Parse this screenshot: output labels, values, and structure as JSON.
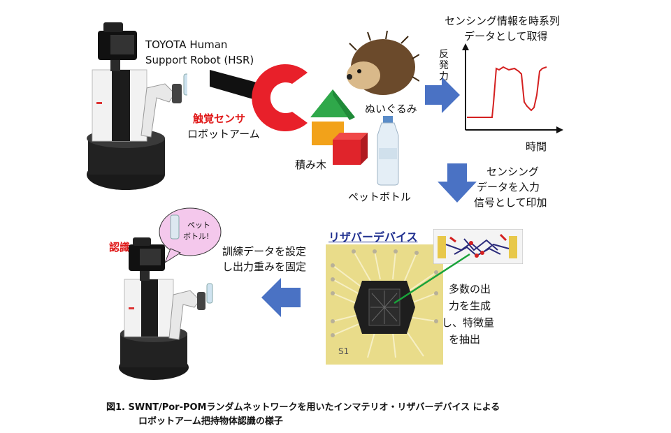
{
  "robot": {
    "name_line1": "TOYOTA Human",
    "name_line2": "Support Robot (HSR)"
  },
  "sensor": {
    "label_red": "触覚センサ",
    "label_black": "ロボットアーム"
  },
  "objects": {
    "hedgehog": "ぬいぐるみ",
    "blocks": "積み木",
    "bottle": "ペットボトル"
  },
  "timeseries": {
    "title_line1": "センシング情報を時系列",
    "title_line2": "データとして取得",
    "ylabel": "反発力",
    "xlabel": "時間"
  },
  "input_step": {
    "line1": "センシング",
    "line2": "データを入力",
    "line3": "信号として印加"
  },
  "reservoir": {
    "title": "リザバーデバイス",
    "desc_line1": "多数の出",
    "desc_line2": "力を生成",
    "desc_line3": "し、特徴量",
    "desc_line4": "を抽出",
    "board_mark": "S1"
  },
  "training": {
    "line1": "訓練データを設定",
    "line2": "し出力重みを固定"
  },
  "recognition": {
    "label": "認識",
    "bubble_line1": "ペット",
    "bubble_line2": "ボトル!"
  },
  "caption": {
    "line1": "図1. SWNT/Por-POMランダムネットワークを用いたインマテリオ・リザバーデバイス による",
    "line2": "ロボットアーム把持物体認識の様子"
  },
  "colors": {
    "arrow_blue": "#4a72c4",
    "gripper_red": "#e8202a",
    "highlight_red": "#e01818",
    "signal_red": "#d42020",
    "board_yellow": "#e9dc8a",
    "title_blue": "#1f2f8f"
  }
}
